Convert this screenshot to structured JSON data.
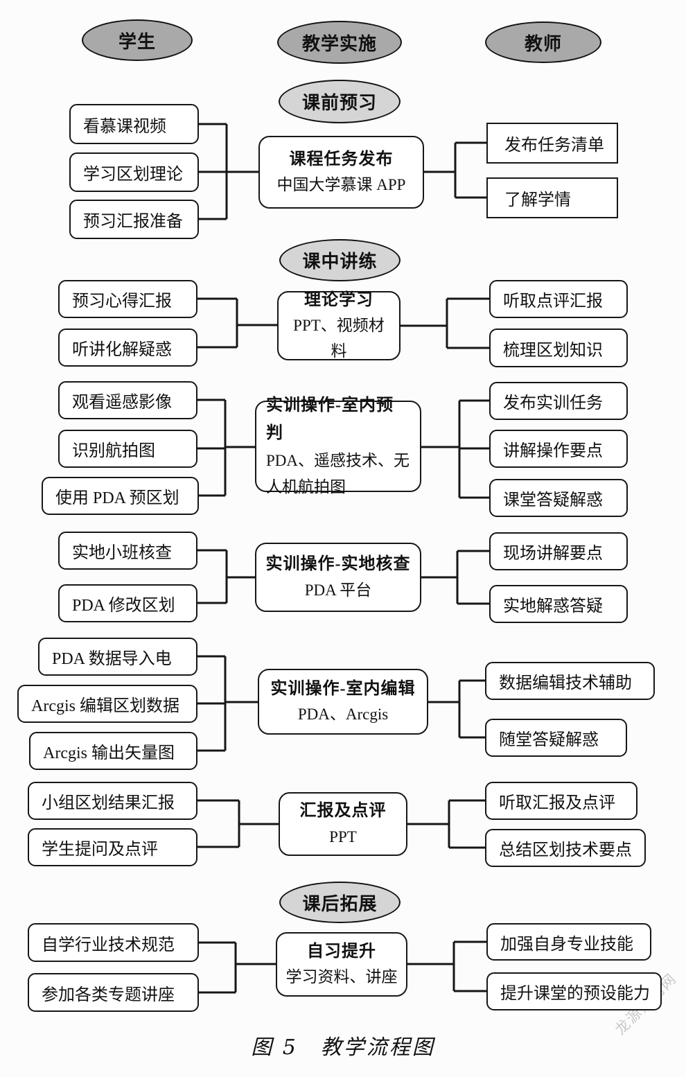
{
  "columns": {
    "student": "学生",
    "implementation": "教学实施",
    "teacher": "教师"
  },
  "phases": {
    "pre_class": "课前预习",
    "in_class": "课中讲练",
    "after_class": "课后拓展"
  },
  "rows": [
    {
      "process": {
        "title": "课程任务发布",
        "subtitle": "中国大学慕课 APP"
      },
      "student": [
        "看慕课视频",
        "学习区划理论",
        "预习汇报准备"
      ],
      "teacher": [
        "发布任务清单",
        "了解学情"
      ]
    },
    {
      "process": {
        "title": "理论学习",
        "subtitle": "PPT、视频材料"
      },
      "student": [
        "预习心得汇报",
        "听讲化解疑惑"
      ],
      "teacher": [
        "听取点评汇报",
        "梳理区划知识"
      ]
    },
    {
      "process": {
        "title": "实训操作-室内预判",
        "subtitle": "PDA、遥感技术、无人机航拍图"
      },
      "student": [
        "观看遥感影像",
        "识别航拍图",
        "使用 PDA 预区划"
      ],
      "teacher": [
        "发布实训任务",
        "讲解操作要点",
        "课堂答疑解惑"
      ]
    },
    {
      "process": {
        "title": "实训操作-实地核查",
        "subtitle": "PDA 平台"
      },
      "student": [
        "实地小班核查",
        "PDA 修改区划"
      ],
      "teacher": [
        "现场讲解要点",
        "实地解惑答疑"
      ]
    },
    {
      "process": {
        "title": "实训操作-室内编辑",
        "subtitle": "PDA、Arcgis"
      },
      "student": [
        "PDA 数据导入电",
        "Arcgis 编辑区划数据",
        "Arcgis 输出矢量图"
      ],
      "teacher": [
        "数据编辑技术辅助",
        "随堂答疑解惑"
      ]
    },
    {
      "process": {
        "title": "汇报及点评",
        "subtitle": "PPT"
      },
      "student": [
        "小组区划结果汇报",
        "学生提问及点评"
      ],
      "teacher": [
        "听取汇报及点评",
        "总结区划技术要点"
      ]
    },
    {
      "process": {
        "title": "自习提升",
        "subtitle": "学习资料、讲座"
      },
      "student": [
        "自学行业技术规范",
        "参加各类专题讲座"
      ],
      "teacher": [
        "加强自身专业技能",
        "提升课堂的预设能力"
      ]
    }
  ],
  "caption": "图 5　教学流程图",
  "watermark": "龙源期刊网"
}
